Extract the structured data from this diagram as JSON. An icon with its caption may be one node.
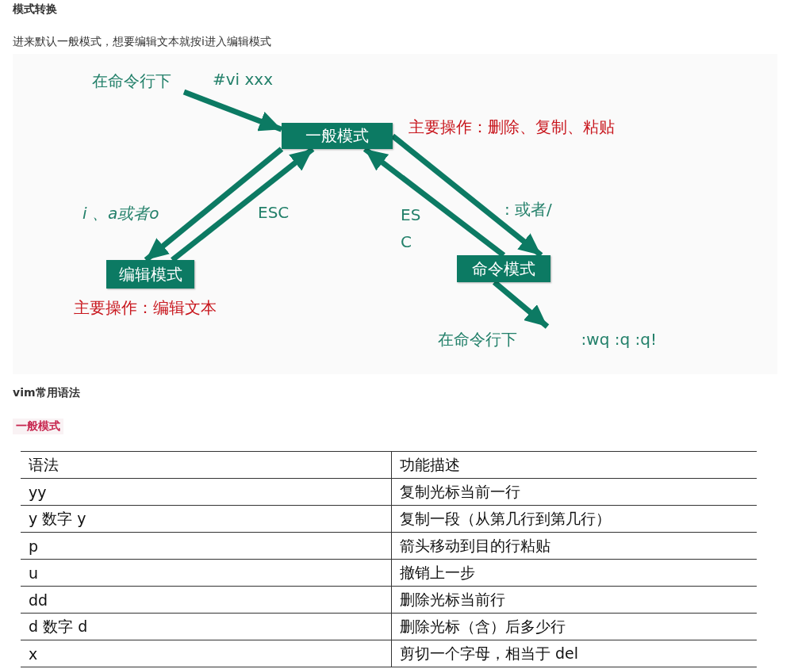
{
  "diagram": {
    "title": "模式转换",
    "nodes": [
      {
        "text": [
          "在命令行下"
        ],
        "beside": [
          "#vi xxx"
        ]
      },
      {
        "text": [
          "一般模式"
        ],
        "beside": [
          "主要操作：删除、复制、粘贴"
        ]
      },
      {
        "text": [
          "编辑模式"
        ],
        "beside": [
          "主要操作：编辑文本"
        ]
      },
      {
        "text": [
          "命令模式"
        ]
      },
      {
        "text": [
          "在命令行下",
          ":wq  :q  :q!"
        ]
      }
    ],
    "edges": [
      {
        "from": 0,
        "to": 1,
        "arrow": "to"
      },
      {
        "from": 1,
        "to": 2,
        "arrow": "to",
        "label": "i 、a或者o"
      },
      {
        "from": 2,
        "to": 1,
        "arrow": "to",
        "label": "ESC"
      },
      {
        "from": 1,
        "to": 3,
        "arrow": "to",
        "label": ":  或者/"
      },
      {
        "from": 3,
        "to": 1,
        "arrow": "to",
        "label": "ESC"
      },
      {
        "from": 3,
        "to": 4,
        "arrow": "to"
      }
    ],
    "labels": [
      "进来默认一般模式，想要编辑文本就按i进入编辑模式",
      "vim常用语法",
      "一般模式",
      "语法",
      "功能描述",
      "yy",
      "复制光标当前一行",
      "y 数字 y",
      "复制一段（从第几行到第几行）",
      "p",
      "箭头移动到目的行粘贴",
      "u",
      "撤销上一步",
      "dd",
      "删除光标当前行",
      "d 数字 d",
      "删除光标（含）后多少行",
      "x",
      "剪切一个字母，相当于 del"
    ]
  }
}
